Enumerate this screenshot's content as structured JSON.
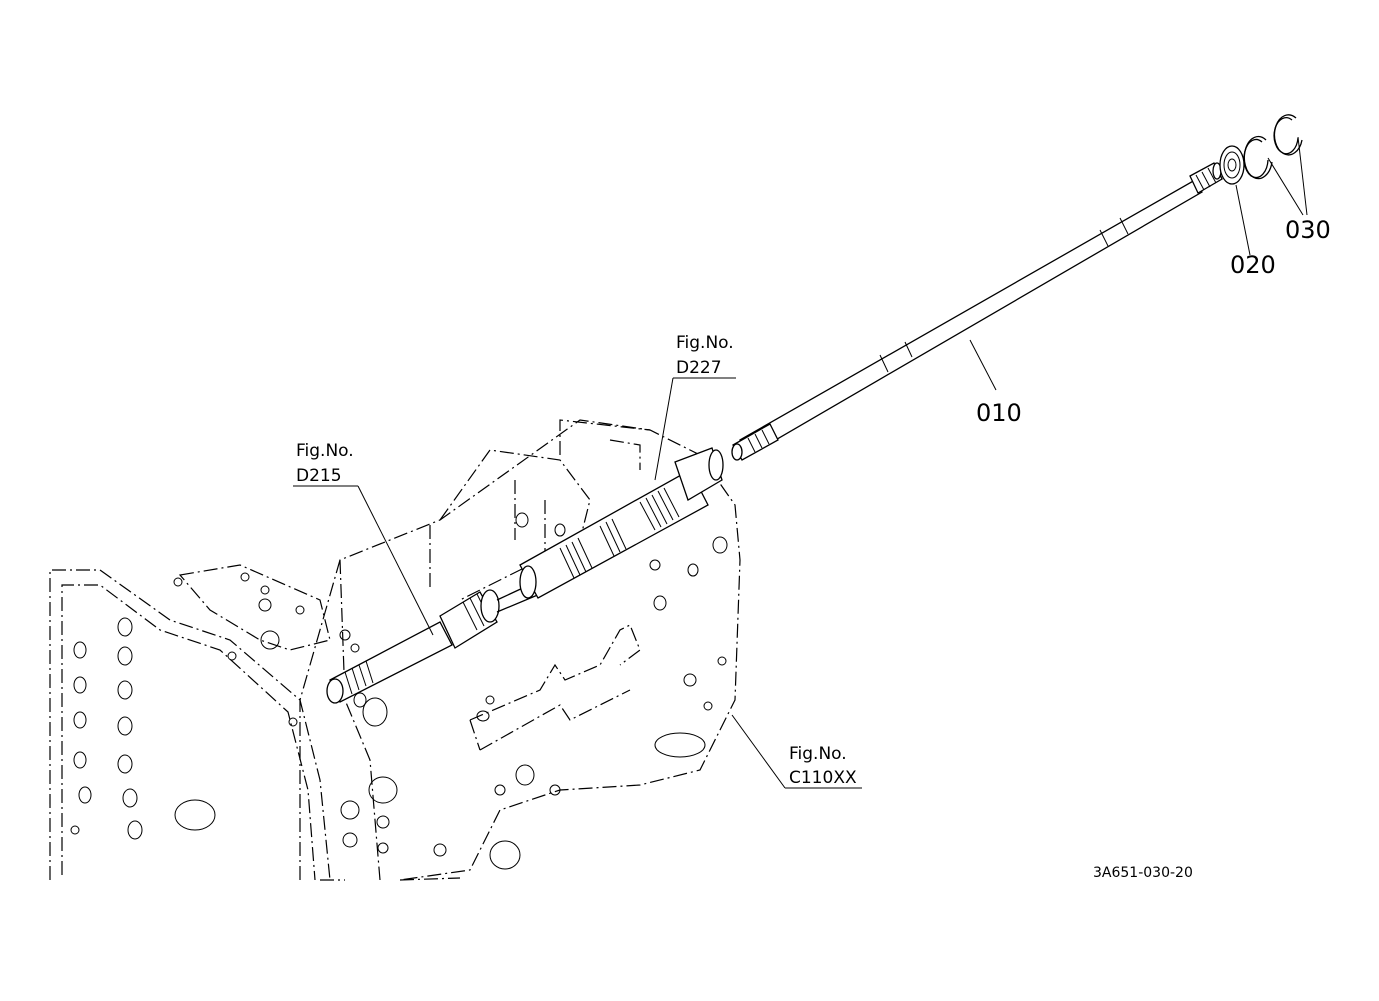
{
  "diagram": {
    "parts": {
      "shaft": "010",
      "collar": "020",
      "circlips": "030"
    },
    "references": [
      {
        "line1": "Fig.No.",
        "line2": "D227"
      },
      {
        "line1": "Fig.No.",
        "line2": "D215"
      },
      {
        "line1": "Fig.No.",
        "line2": "C110XX"
      }
    ],
    "drawing_code": "3A651-030-20"
  }
}
